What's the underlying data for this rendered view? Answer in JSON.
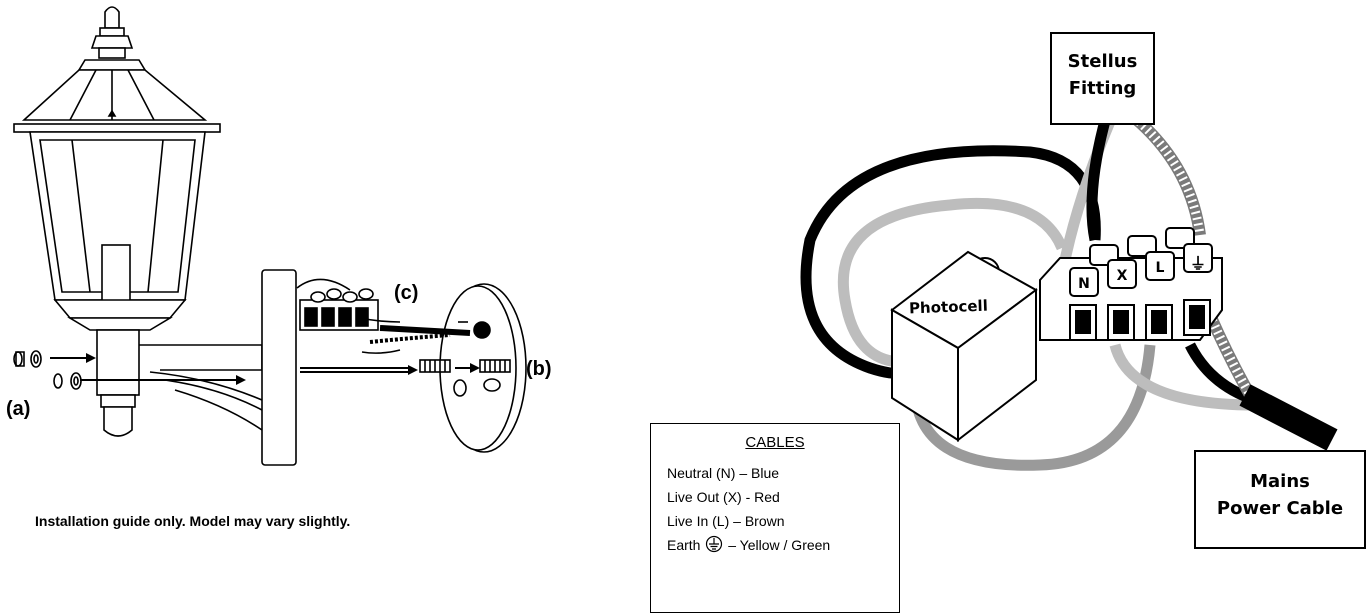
{
  "left_panel": {
    "label_a": "(a)",
    "label_b": "(b)",
    "label_c": "(c)",
    "caption": "Installation guide only. Model may vary slightly."
  },
  "right_panel": {
    "stellus_box": {
      "line1": "Stellus",
      "line2": "Fitting"
    },
    "photocell_label": "Photocell",
    "mains_box": {
      "line1": "Mains",
      "line2": "Power Cable"
    },
    "terminals": [
      "N",
      "X",
      "L",
      "⏚"
    ],
    "legend": {
      "title": "CABLES",
      "items": [
        "Neutral (N) – Blue",
        "Live Out (X) - Red",
        "Live In (L) – Brown",
        "– Yellow / Green"
      ],
      "earth_prefix": "Earth"
    }
  }
}
